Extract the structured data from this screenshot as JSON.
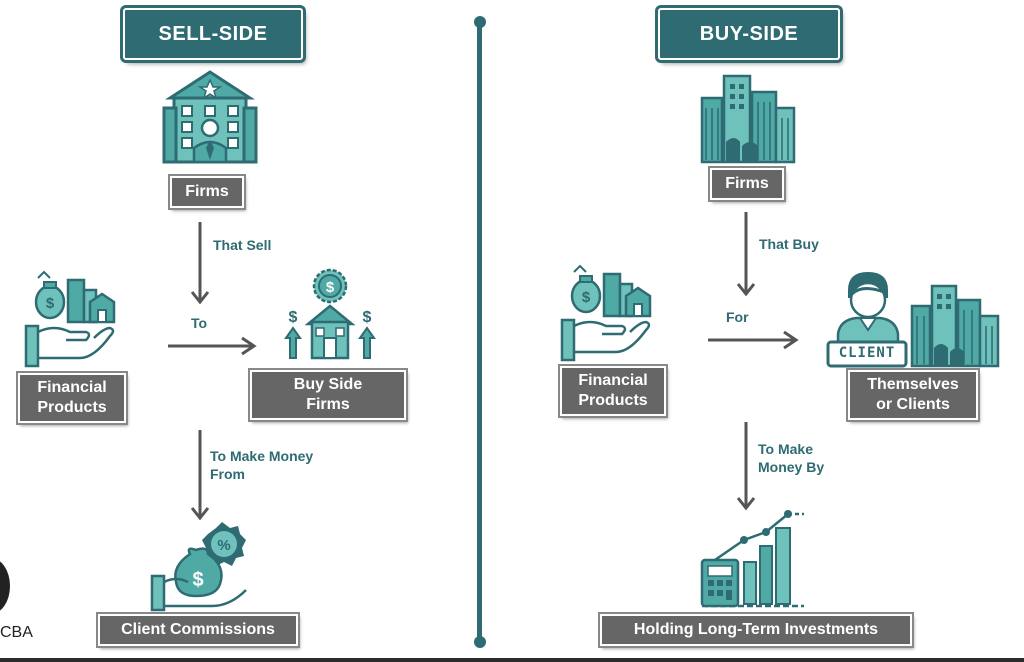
{
  "sell_side": {
    "title": "SELL-SIDE",
    "firms": "Firms",
    "that_sell": "That Sell",
    "to": "To",
    "financial_products": "Financial Products",
    "buy_side_firms": "Buy Side Firms",
    "to_make_money_from": "To Make Money From",
    "client_commissions": "Client Commissions"
  },
  "buy_side": {
    "title": "BUY-SIDE",
    "firms": "Firms",
    "that_buy": "That Buy",
    "for": "For",
    "financial_products": "Financial Products",
    "themselves_or_clients": "Themselves or Clients",
    "client_sign": "CLIENT",
    "to_make_money_by": "To Make Money By",
    "holding_investments": "Holding Long-Term Investments"
  },
  "watermark": "CBA",
  "colors": {
    "teal": "#2e6b72",
    "teal_light": "#4faaa6",
    "teal_fill": "#6fc1bb",
    "gray_label": "#666666",
    "arrow": "#555555"
  }
}
